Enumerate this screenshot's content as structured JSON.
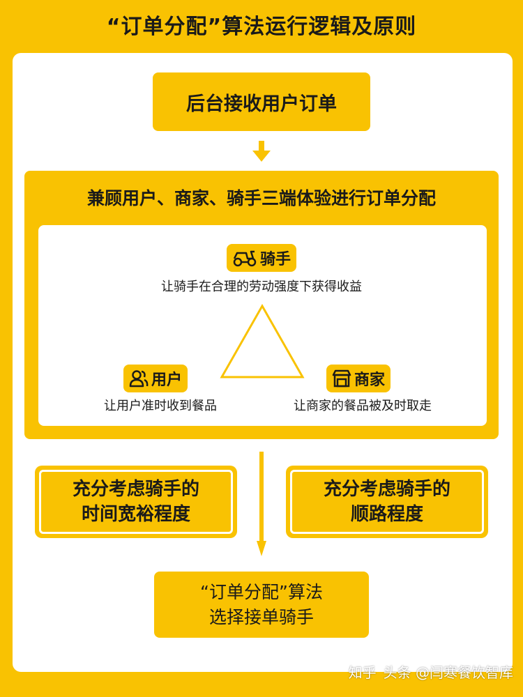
{
  "title": "“订单分配”算法运行逻辑及原则",
  "top_box": "后台接收用户订单",
  "panel": {
    "title": "兼顾用户、商家、骑手三端体验进行订单分配",
    "rider": {
      "label": "骑手",
      "icon": "scooter-icon",
      "desc": "让骑手在合理的劳动强度下获得收益"
    },
    "user": {
      "label": "用户",
      "icon": "users-icon",
      "desc": "让用户准时收到餐品"
    },
    "merchant": {
      "label": "商家",
      "icon": "shop-icon",
      "desc": "让商家的餐品被及时取走"
    }
  },
  "factors": [
    {
      "line1": "充分考虑骑手的",
      "line2": "时间宽裕程度"
    },
    {
      "line1": "充分考虑骑手的",
      "line2": "顺路程度"
    }
  ],
  "bottom_box": {
    "line1": "“订单分配”算法",
    "line2": "选择接单骑手"
  },
  "watermark": {
    "left": "知乎",
    "right": "头条 @闫寒餐饮智库"
  },
  "colors": {
    "accent": "#F9C202",
    "card": "#ffffff",
    "text": "#1a1a1a"
  }
}
